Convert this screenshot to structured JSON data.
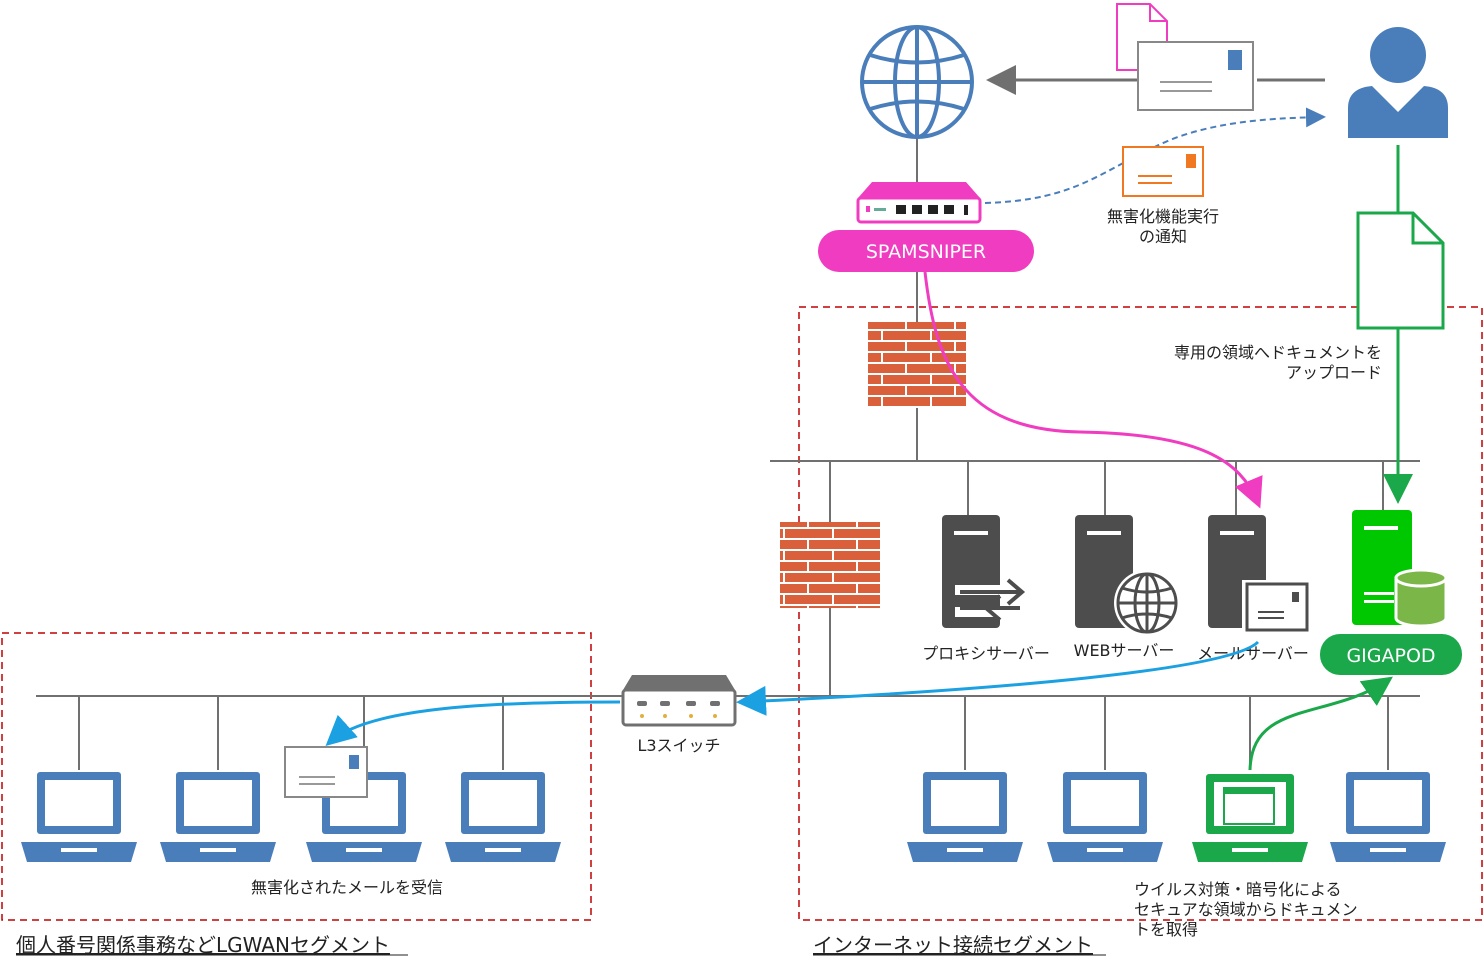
{
  "labels": {
    "spamsniper": "SPAMSNIPER",
    "gigapod": "GIGAPOD",
    "notify_line1": "無害化機能実行",
    "notify_line2": "の通知",
    "upload_line1": "専用の領域へドキュメントを",
    "upload_line2": "アップロード",
    "proxy": "プロキシサーバー",
    "web": "WEBサーバー",
    "mail": "メールサーバー",
    "l3switch": "L3スイッチ",
    "receive": "無害化されたメールを受信",
    "fetch_line1": "ウイルス対策・暗号化による",
    "fetch_line2": "セキュアな領域からドキュメン",
    "fetch_line3": "トを取得",
    "lgwan_segment": "個人番号関係事務などLGWANセグメント",
    "internet_segment": "インターネット接続セグメント"
  },
  "colors": {
    "blue": "#4a7ebb",
    "pink": "#f03cc0",
    "green": "#1aa84a",
    "cyan": "#1ba1e2",
    "brick": "#d9603b",
    "zone": "#c00000",
    "server": "#4d4d4d"
  }
}
